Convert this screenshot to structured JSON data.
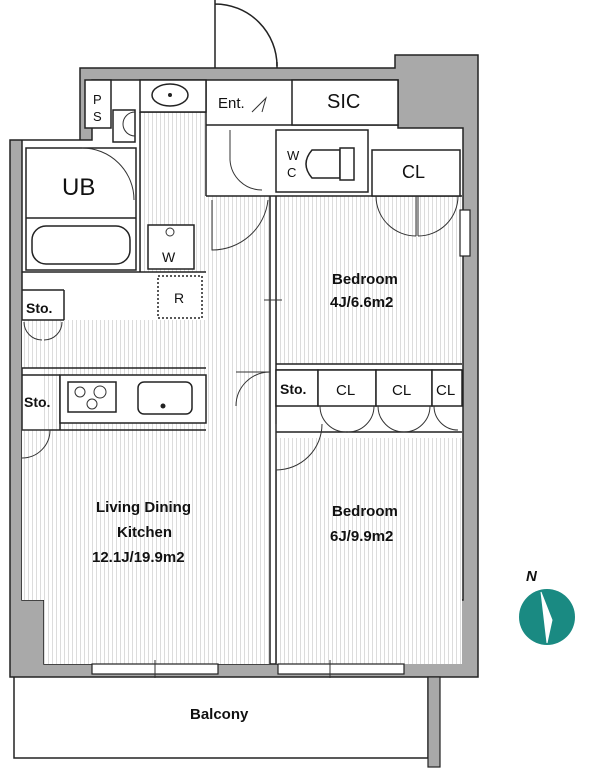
{
  "rooms": {
    "ps": [
      "P",
      "S"
    ],
    "entrance": "Ent.",
    "sic": "SIC",
    "unit_bath": "UB",
    "washer": "W",
    "wc": [
      "W",
      "C"
    ],
    "closet_top": "CL",
    "fridge": "R",
    "bedroom_small": {
      "name": "Bedroom",
      "size": "4J/6.6m2"
    },
    "storage_left_upper": "Sto.",
    "storage_left_lower": "Sto.",
    "storage_mid": "Sto.",
    "closets_mid": [
      "CL",
      "CL",
      "CL"
    ],
    "ldk": {
      "name_line1": "Living Dining",
      "name_line2": "Kitchen",
      "size": "12.1J/19.9m2"
    },
    "bedroom_large": {
      "name": "Bedroom",
      "size": "6J/9.9m2"
    },
    "balcony": "Balcony"
  },
  "compass": {
    "label": "N",
    "color": "#1a8a82"
  },
  "colors": {
    "wall": "#a9a9a9",
    "floor_stripe": "#dcdcdc"
  }
}
